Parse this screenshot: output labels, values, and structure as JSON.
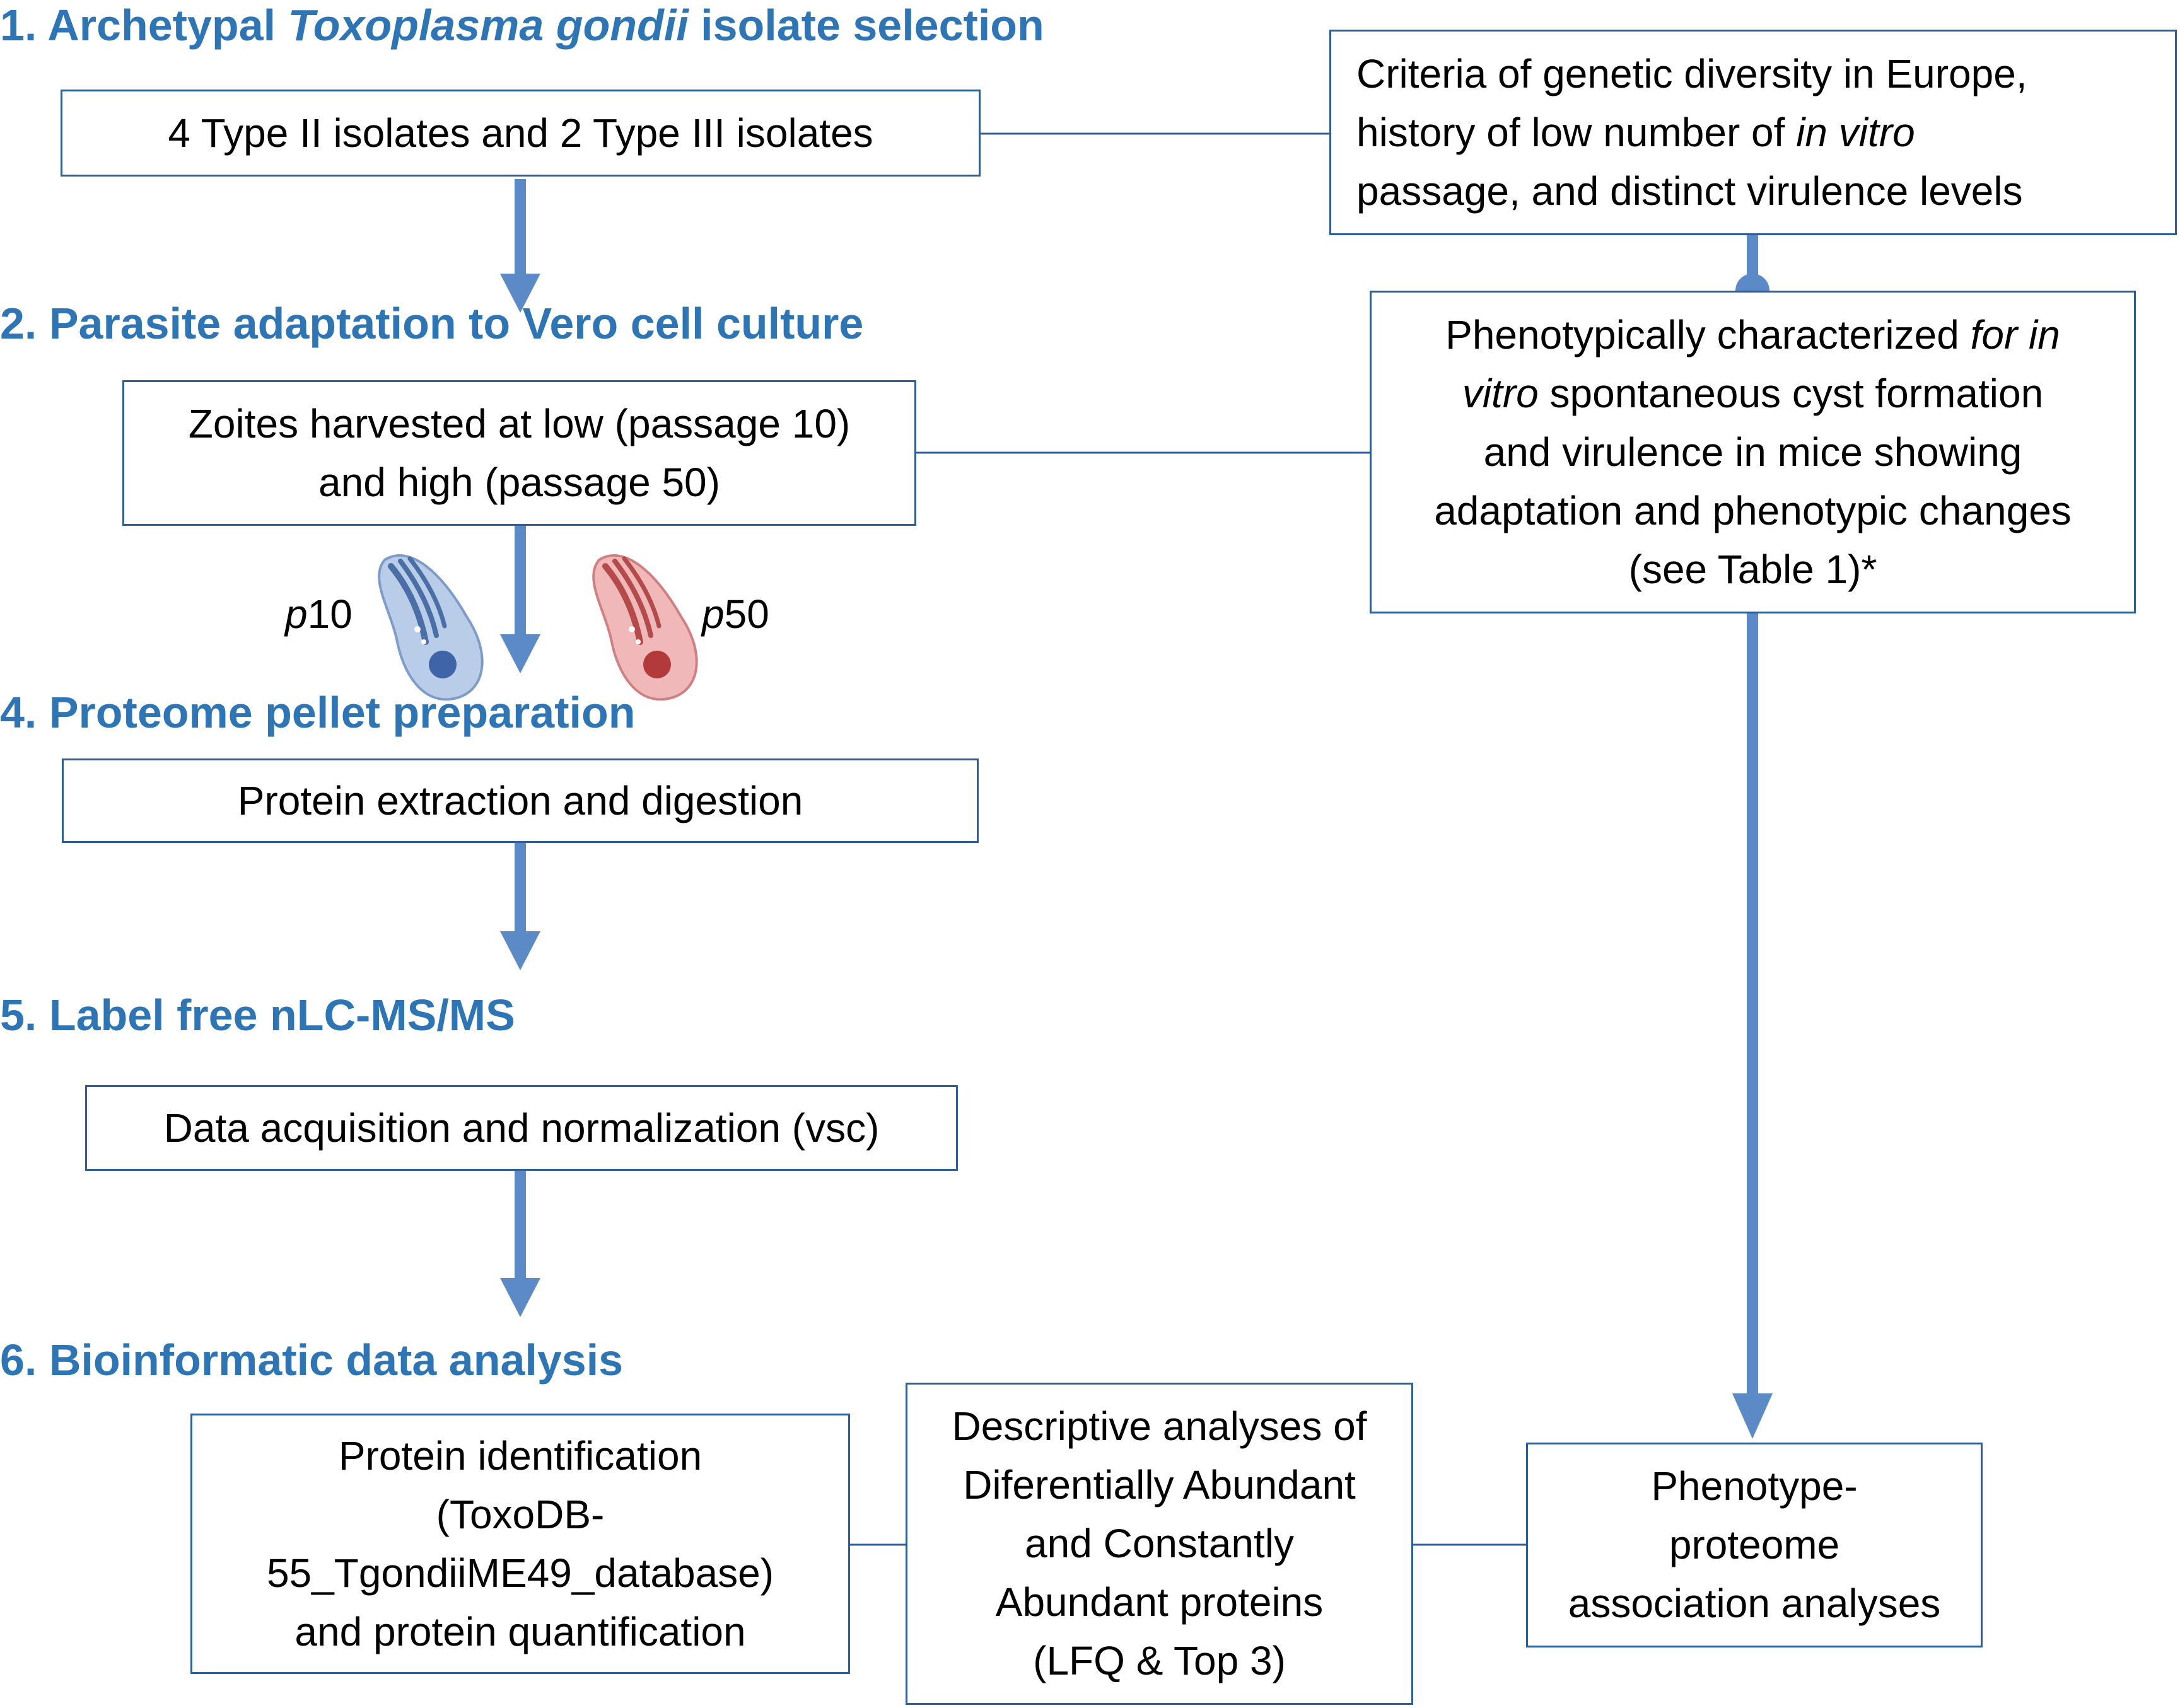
{
  "headings": {
    "step1_prefix": "1. Archetypal ",
    "step1_italic": "Toxoplasma gondii",
    "step1_suffix": " isolate selection",
    "step2": "2. Parasite adaptation to Vero cell culture",
    "step4": "4. Proteome pellet preparation",
    "step5": "5. Label free nLC-MS/MS",
    "step6": "6. Bioinformatic data analysis"
  },
  "boxes": {
    "isolates": "4 Type II isolates and 2 Type III isolates",
    "criteria": {
      "line1": "Criteria of genetic diversity in Europe,",
      "line2_pre": "history of low number of ",
      "line2_italic": "in vitro",
      "line3": "passage, and distinct virulence levels"
    },
    "zoites": {
      "line1": "Zoites harvested at low (passage 10)",
      "line2": "and high (passage 50)"
    },
    "phenotypic": {
      "line1_pre": "Phenotypically characterized ",
      "line1_italic": "for in",
      "line2_italic": "vitro",
      "line2_post": " spontaneous cyst formation",
      "line3": "and virulence in mice showing",
      "line4": "adaptation and phenotypic changes",
      "line5": "(see Table 1)*"
    },
    "protein_extraction": "Protein extraction and digestion",
    "data_acquisition": "Data acquisition and normalization (vsc)",
    "protein_identification": {
      "line1": "Protein identification",
      "line2": "(ToxoDB-",
      "line3": "55_TgondiiME49_database)",
      "line4": "and protein quantification"
    },
    "descriptive": {
      "line1": "Descriptive analyses of",
      "line2": "Diferentially Abundant",
      "line3": "and Constantly",
      "line4": "Abundant proteins",
      "line5": "(LFQ & Top 3)"
    },
    "association": {
      "line1": "Phenotype-",
      "line2": "proteome",
      "line3": "association analyses"
    }
  },
  "passage_labels": {
    "low_italic": "p",
    "low_num": "10",
    "high_italic": "p",
    "high_num": "50"
  },
  "colors": {
    "heading": "#2e75b6",
    "arrow": "#5b8ac6",
    "box_border": "#2e5f9a",
    "parasite_low": "#9fb9dc",
    "parasite_high": "#e39a9a"
  },
  "icons": {
    "parasite_low": "toxoplasma-zoite-blue-icon",
    "parasite_high": "toxoplasma-zoite-red-icon"
  }
}
